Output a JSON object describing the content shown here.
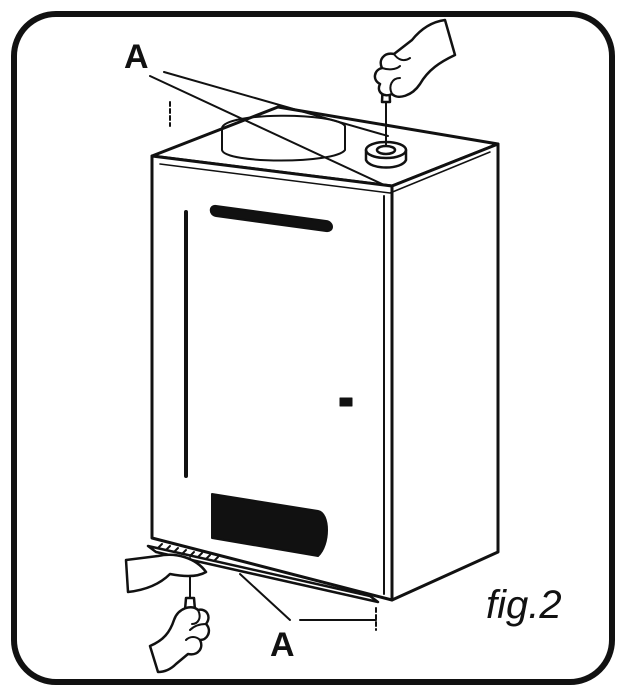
{
  "figure": {
    "caption": "fig.2",
    "callout_top": "A",
    "callout_bottom": "A"
  },
  "colors": {
    "ink": "#111111",
    "paper": "#ffffff"
  }
}
